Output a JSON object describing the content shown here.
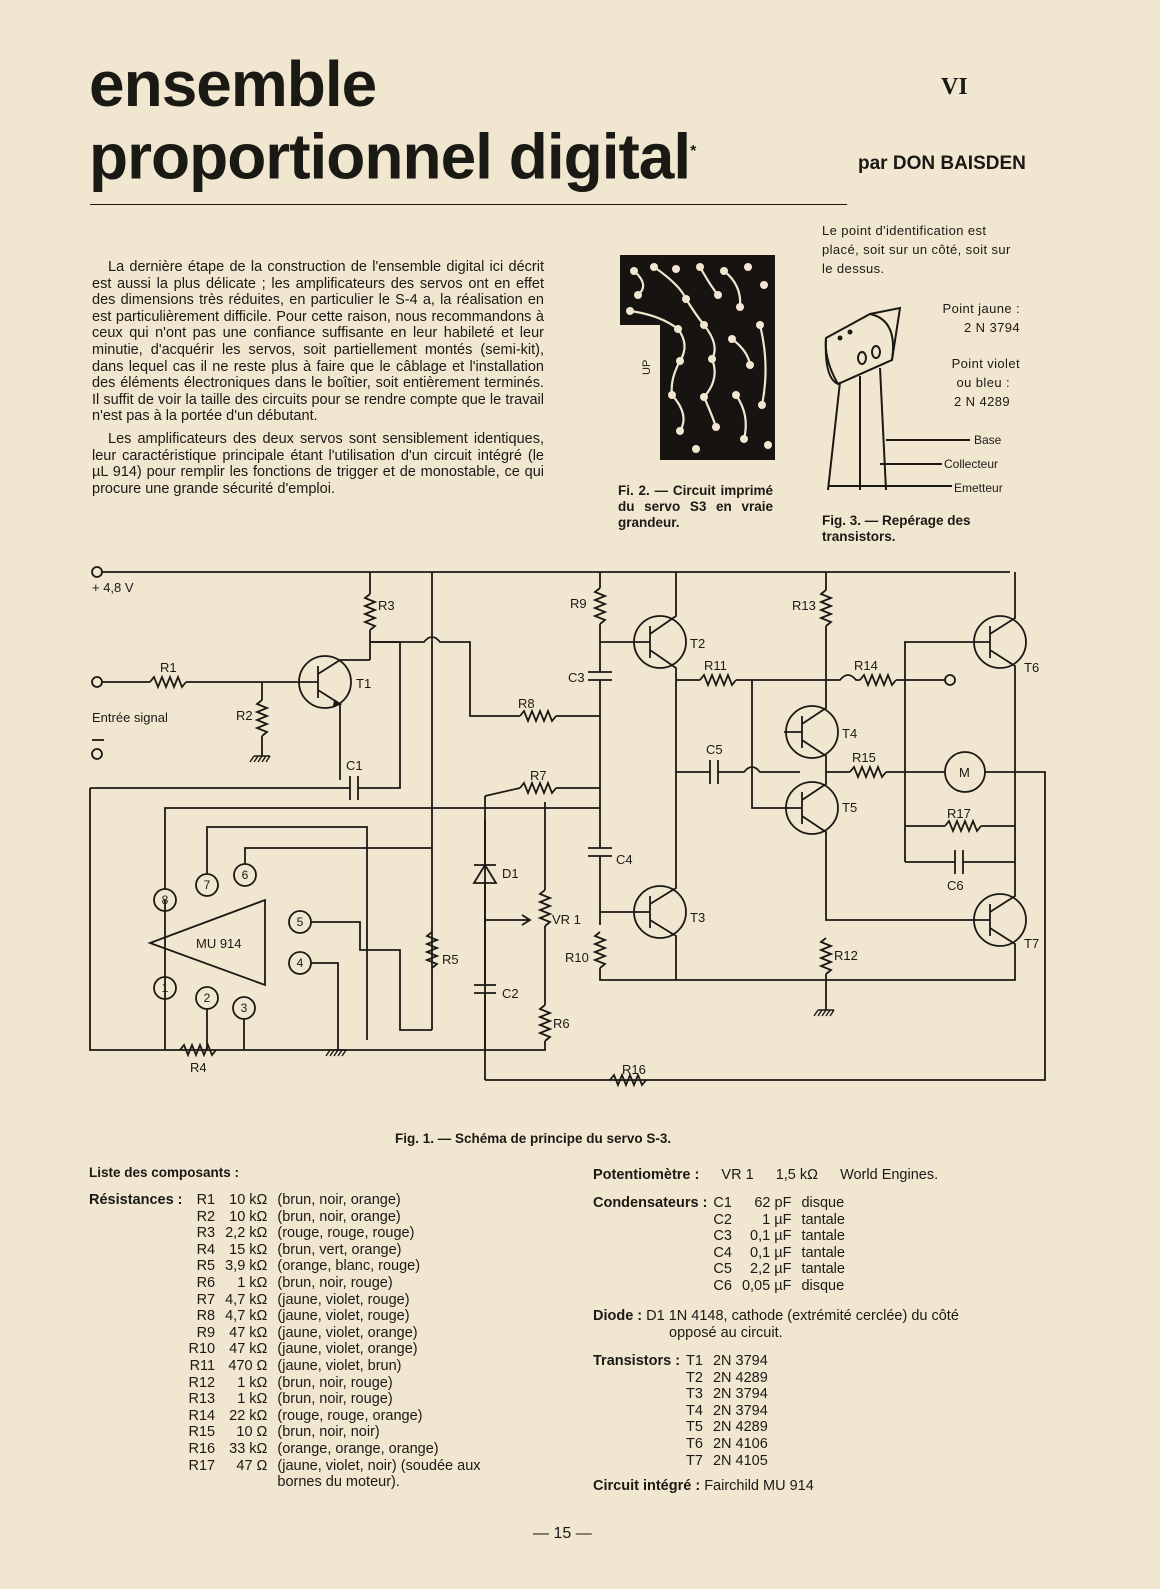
{
  "article": {
    "title_line1": "ensemble",
    "title_line2": "proportionnel digital",
    "title_asterisk": "*",
    "part_number": "VI",
    "byline": "par DON BAISDEN",
    "paragraphs": [
      "La dernière étape de la construction de l'ensemble digital ici décrit est aussi la plus délicate ; les amplificateurs des servos ont en effet des dimensions très réduites, en particulier le S-4 a, la réalisation en est particulièrement difficile. Pour cette raison, nous recommandons à ceux qui n'ont pas une confiance suffisante en leur habileté et leur minutie, d'acquérir les servos, soit partiellement montés (semi-kit), dans lequel cas il ne reste plus à faire que le câblage et l'installation des éléments électroniques dans le boîtier, soit entièrement terminés. Il suffit de voir la taille des circuits pour se rendre compte que le travail n'est pas à la portée d'un débutant.",
      "Les amplificateurs des deux servos sont sensiblement identiques, leur caractéristique principale étant l'utilisation d'un circuit intégré (le µL 914) pour remplir les fonctions de trigger et de monostable, ce qui procure une grande sécurité d'emploi."
    ]
  },
  "fig2": {
    "pcb_label": "UP",
    "caption": "Fi. 2. — Circuit imprimé du servo S3 en vraie grandeur."
  },
  "fig3": {
    "note": "Le point d'identification est placé, soit sur un côté, soit sur le dessus.",
    "yellow_dot": "Point jaune :",
    "yellow_part": "2 N 3794",
    "violet_dot_1": "Point violet",
    "violet_dot_2": "ou bleu :",
    "violet_part": "2 N 4289",
    "pin_base": "Base",
    "pin_collector": "Collecteur",
    "pin_emitter": "Emetteur",
    "caption": "Fig. 3. — Repérage des transistors."
  },
  "fig1": {
    "caption": "Fig. 1. — Schéma de principe du servo S-3.",
    "supply": "+ 4,8 V",
    "input_label": "Entrée signal",
    "ic_label": "MU 914",
    "motor_label": "M",
    "labels": {
      "R1": "R1",
      "R2": "R2",
      "R3": "R3",
      "R4": "R4",
      "R5": "R5",
      "R6": "R6",
      "R7": "R7",
      "R8": "R8",
      "R9": "R9",
      "R10": "R10",
      "R11": "R11",
      "R12": "R12",
      "R13": "R13",
      "R14": "R14",
      "R15": "R15",
      "R16": "R16",
      "R17": "R17",
      "C1": "C1",
      "C2": "C2",
      "C3": "C3",
      "C4": "C4",
      "C5": "C5",
      "C6": "C6",
      "D1": "D1",
      "VR1": "VR 1",
      "T1": "T1",
      "T2": "T2",
      "T3": "T3",
      "T4": "T4",
      "T5": "T5",
      "T6": "T6",
      "T7": "T7"
    },
    "pins": [
      "1",
      "2",
      "3",
      "4",
      "5",
      "6",
      "7",
      "8"
    ]
  },
  "components": {
    "heading": "Liste des composants :",
    "resistors_label": "Résistances :",
    "resistors": [
      {
        "id": "R1",
        "value": "10 kΩ",
        "note": "(brun, noir, orange)"
      },
      {
        "id": "R2",
        "value": "10 kΩ",
        "note": "(brun, noir, orange)"
      },
      {
        "id": "R3",
        "value": "2,2 kΩ",
        "note": "(rouge, rouge, rouge)"
      },
      {
        "id": "R4",
        "value": "15 kΩ",
        "note": "(brun, vert, orange)"
      },
      {
        "id": "R5",
        "value": "3,9 kΩ",
        "note": "(orange, blanc, rouge)"
      },
      {
        "id": "R6",
        "value": "1 kΩ",
        "note": "(brun, noir, rouge)"
      },
      {
        "id": "R7",
        "value": "4,7 kΩ",
        "note": "(jaune, violet, rouge)"
      },
      {
        "id": "R8",
        "value": "4,7 kΩ",
        "note": "(jaune, violet, rouge)"
      },
      {
        "id": "R9",
        "value": "47 kΩ",
        "note": "(jaune, violet, orange)"
      },
      {
        "id": "R10",
        "value": "47 kΩ",
        "note": "(jaune, violet, orange)"
      },
      {
        "id": "R11",
        "value": "470 Ω",
        "note": "(jaune, violet, brun)"
      },
      {
        "id": "R12",
        "value": "1 kΩ",
        "note": "(brun, noir, rouge)"
      },
      {
        "id": "R13",
        "value": "1 kΩ",
        "note": "(brun, noir, rouge)"
      },
      {
        "id": "R14",
        "value": "22 kΩ",
        "note": "(rouge, rouge, orange)"
      },
      {
        "id": "R15",
        "value": "10 Ω",
        "note": "(brun, noir, noir)"
      },
      {
        "id": "R16",
        "value": "33 kΩ",
        "note": "(orange, orange, orange)"
      },
      {
        "id": "R17",
        "value": "47 Ω",
        "note": "(jaune, violet, noir) (soudée aux"
      }
    ],
    "resistors_note_cont": "bornes du moteur).",
    "pot_label": "Potentiomètre :",
    "pot": {
      "id": "VR 1",
      "value": "1,5 kΩ",
      "note": "World Engines."
    },
    "caps_label": "Condensateurs :",
    "caps": [
      {
        "id": "C1",
        "value": "62 pF",
        "note": "disque"
      },
      {
        "id": "C2",
        "value": "1 µF",
        "note": "tantale"
      },
      {
        "id": "C3",
        "value": "0,1 µF",
        "note": "tantale"
      },
      {
        "id": "C4",
        "value": "0,1 µF",
        "note": "tantale"
      },
      {
        "id": "C5",
        "value": "2,2 µF",
        "note": "tantale"
      },
      {
        "id": "C6",
        "value": "0,05 µF",
        "note": "disque"
      }
    ],
    "diode_label": "Diode :",
    "diode_line1": "D1  1N 4148, cathode (extrémité cerclée) du côté",
    "diode_line2": "opposé au circuit.",
    "transistors_label": "Transistors :",
    "transistors": [
      {
        "id": "T1",
        "value": "2N 3794"
      },
      {
        "id": "T2",
        "value": "2N 4289"
      },
      {
        "id": "T3",
        "value": "2N 3794"
      },
      {
        "id": "T4",
        "value": "2N 3794"
      },
      {
        "id": "T5",
        "value": "2N 4289"
      },
      {
        "id": "T6",
        "value": "2N 4106"
      },
      {
        "id": "T7",
        "value": "2N 4105"
      }
    ],
    "ic_label": "Circuit intégré :",
    "ic_value": "Fairchild  MU  914"
  },
  "page_number": "— 15 —"
}
